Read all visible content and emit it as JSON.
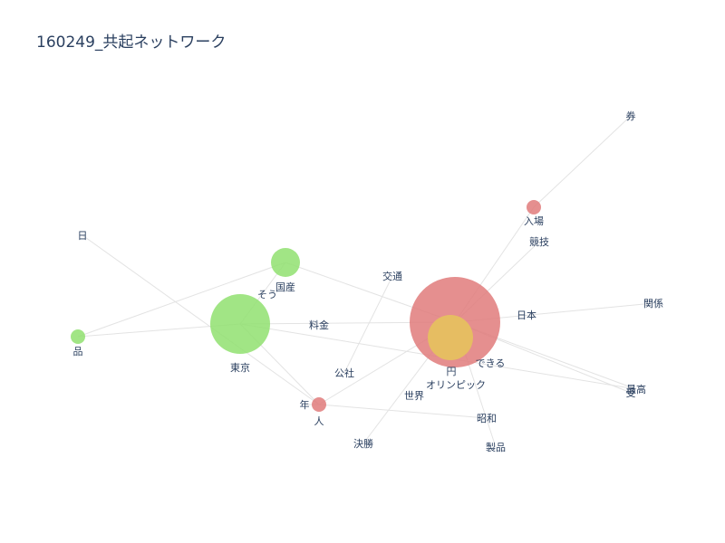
{
  "title": "160249_共起ネットワーク",
  "colors": {
    "red": "#e07b7b",
    "green": "#90e070",
    "yellow": "#e6c060",
    "edge": "#e3e3e3"
  },
  "nodes": [
    {
      "id": "券",
      "label": "券",
      "color": "red"
    },
    {
      "id": "入場",
      "label": "入場",
      "color": "red"
    },
    {
      "id": "競技",
      "label": "競技",
      "color": "red"
    },
    {
      "id": "日",
      "label": "日",
      "color": "green"
    },
    {
      "id": "国産",
      "label": "国産",
      "color": "green"
    },
    {
      "id": "そう",
      "label": "そう",
      "color": "green"
    },
    {
      "id": "交通",
      "label": "交通",
      "color": "red"
    },
    {
      "id": "関係",
      "label": "関係",
      "color": "red"
    },
    {
      "id": "日本",
      "label": "日本",
      "color": "red"
    },
    {
      "id": "品",
      "label": "品",
      "color": "green"
    },
    {
      "id": "東京",
      "label": "東京",
      "color": "green"
    },
    {
      "id": "料金",
      "label": "料金",
      "color": "red"
    },
    {
      "id": "円",
      "label": "円",
      "color": "red"
    },
    {
      "id": "オリンピック",
      "label": "オリンピック",
      "color": "yellow"
    },
    {
      "id": "できる",
      "label": "できる",
      "color": "red"
    },
    {
      "id": "公社",
      "label": "公社",
      "color": "red"
    },
    {
      "id": "最高",
      "label": "最高",
      "color": "red"
    },
    {
      "id": "受",
      "label": "受",
      "color": "red"
    },
    {
      "id": "世界",
      "label": "世界",
      "color": "red"
    },
    {
      "id": "年",
      "label": "年",
      "color": "red"
    },
    {
      "id": "人",
      "label": "人",
      "color": "red"
    },
    {
      "id": "昭和",
      "label": "昭和",
      "color": "red"
    },
    {
      "id": "決勝",
      "label": "決勝",
      "color": "red"
    },
    {
      "id": "製品",
      "label": "製品",
      "color": "red"
    }
  ],
  "edges": [
    [
      "入場",
      "券"
    ],
    [
      "入場",
      "円"
    ],
    [
      "競技",
      "円"
    ],
    [
      "日",
      "人"
    ],
    [
      "国産",
      "品"
    ],
    [
      "国産",
      "円"
    ],
    [
      "交通",
      "公社"
    ],
    [
      "関係",
      "円"
    ],
    [
      "品",
      "東京"
    ],
    [
      "東京",
      "円"
    ],
    [
      "東京",
      "国産"
    ],
    [
      "東京",
      "人"
    ],
    [
      "東京",
      "最高"
    ],
    [
      "円",
      "最高"
    ],
    [
      "円",
      "受"
    ],
    [
      "円",
      "人"
    ],
    [
      "円",
      "決勝"
    ],
    [
      "円",
      "製品"
    ],
    [
      "人",
      "昭和"
    ],
    [
      "人",
      "年"
    ]
  ]
}
